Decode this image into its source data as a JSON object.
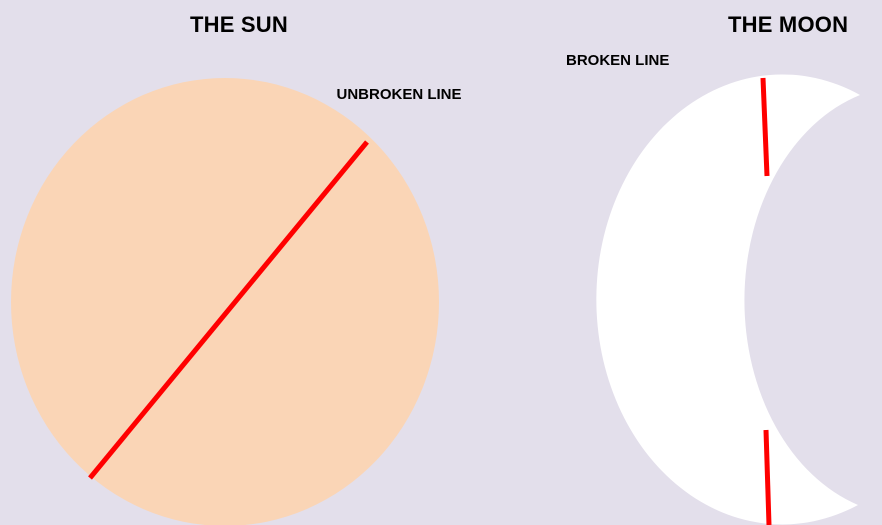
{
  "sun": {
    "title": "THE SUN",
    "line_label": "UNBROKEN LINE"
  },
  "moon": {
    "title": "THE MOON",
    "line_label": "BROKEN LINE"
  },
  "colors": {
    "background": "#e3dfeb",
    "sun_fill": "#fad5b6",
    "moon_fill": "#ffffff",
    "line": "#ff0000",
    "text": "#000000"
  }
}
